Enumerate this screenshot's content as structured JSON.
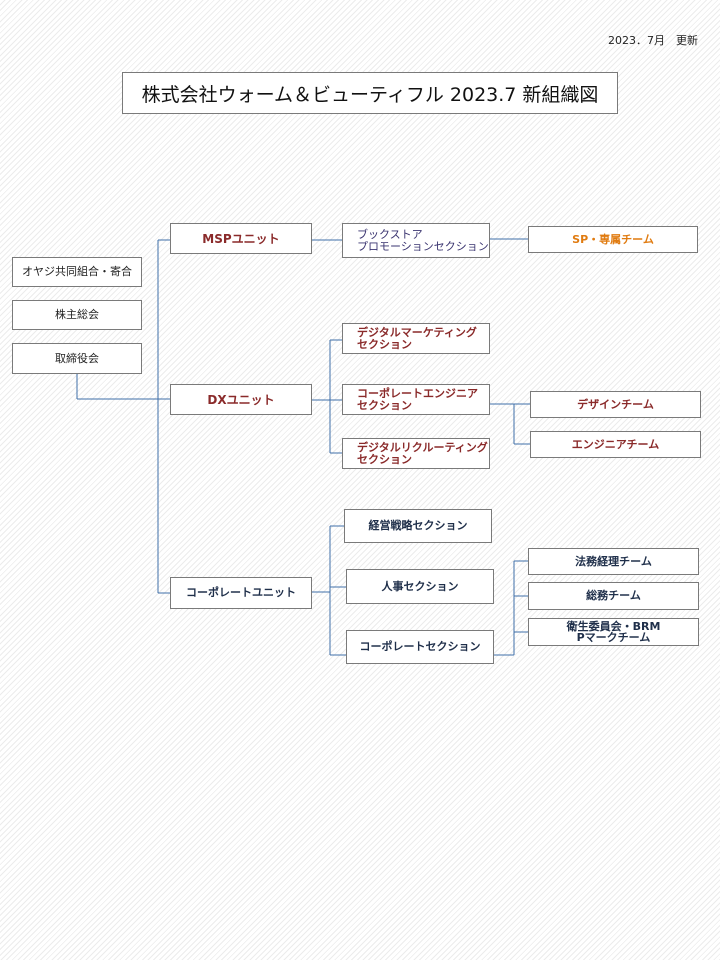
{
  "header": {
    "update_note": "2023．7月　更新",
    "title": "株式会社ウォーム＆ビューティフル  2023.7 新組織図"
  },
  "governance": {
    "union": "オヤジ共同組合・寄合",
    "shareholders": "株主総会",
    "board": "取締役会"
  },
  "units": {
    "msp": {
      "label": "MSPユニット",
      "sections": {
        "bookstore": "ブックストア\nプロモーションセクション"
      },
      "teams": {
        "sp_dedicated": "SP・専属チーム"
      }
    },
    "dx": {
      "label": "DXユニット",
      "sections": {
        "digital_marketing": "デジタルマーケティング\nセクション",
        "corporate_engineering": "コーポレートエンジニア\nセクション",
        "digital_recruiting": "デジタルリクルーティング\nセクション"
      },
      "teams": {
        "design": "デザインチーム",
        "engineer": "エンジニアチーム"
      }
    },
    "corporate": {
      "label": "コーポレートユニット",
      "sections": {
        "strategy": "経営戦略セクション",
        "hr": "人事セクション",
        "corporate": "コーポレートセクション"
      },
      "teams": {
        "legal_accounting": "法務経理チーム",
        "general_affairs": "総務チーム",
        "health_committee": "衛生委員会・BRM\nPマークチーム"
      }
    }
  }
}
